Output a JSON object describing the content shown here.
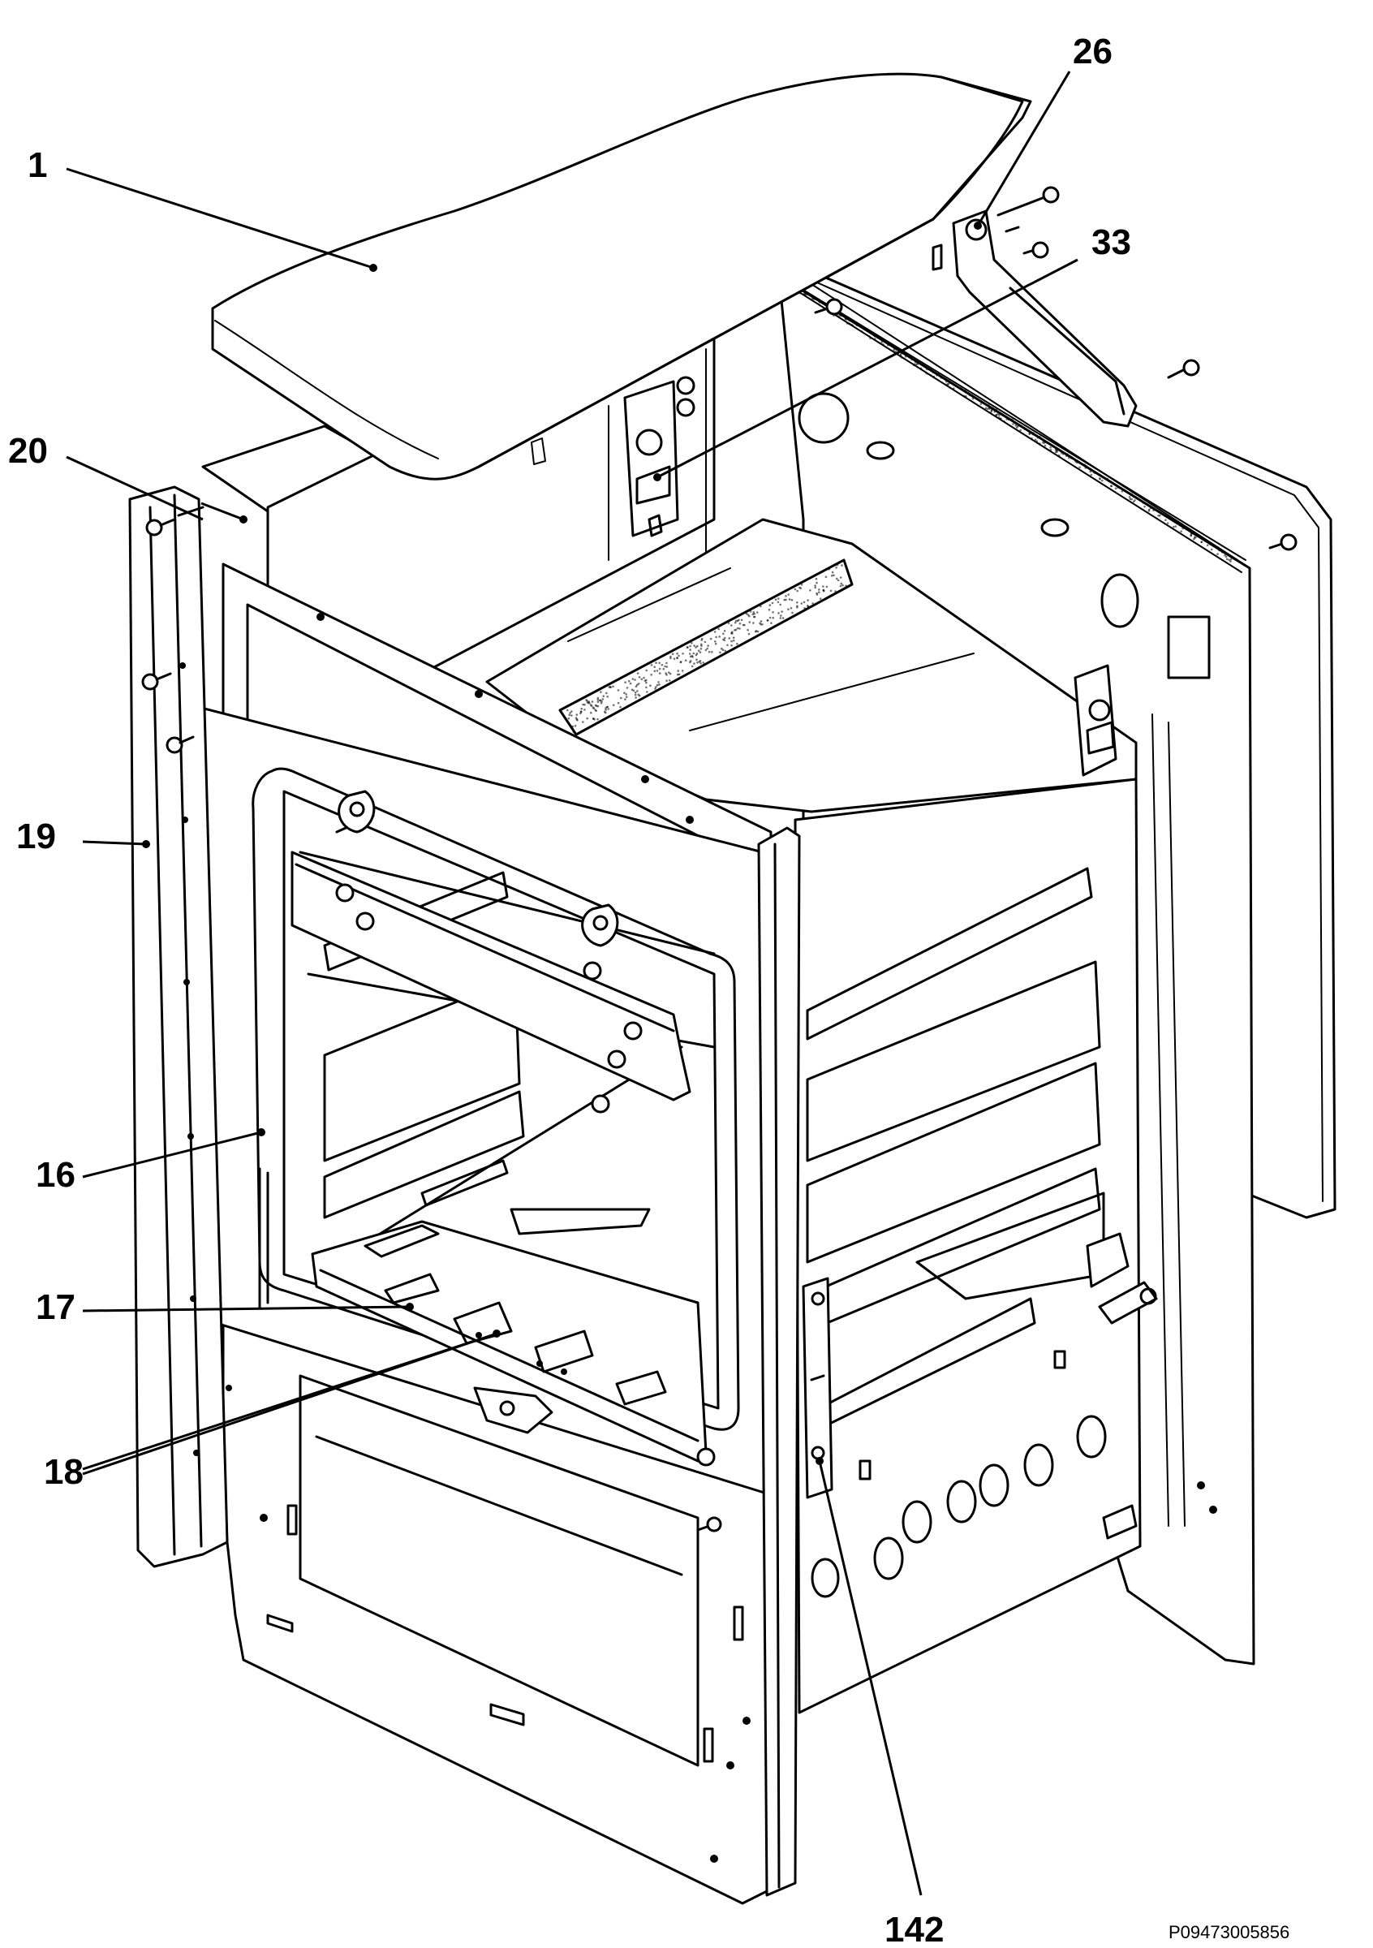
{
  "colors": {
    "ink": "#000000",
    "paper": "#ffffff"
  },
  "callouts": {
    "c1": "1",
    "c26": "26",
    "c33": "33",
    "c20": "20",
    "c19": "19",
    "c16": "16",
    "c17": "17",
    "c18": "18",
    "c142": "142"
  },
  "drawing_code": "P09473005856"
}
